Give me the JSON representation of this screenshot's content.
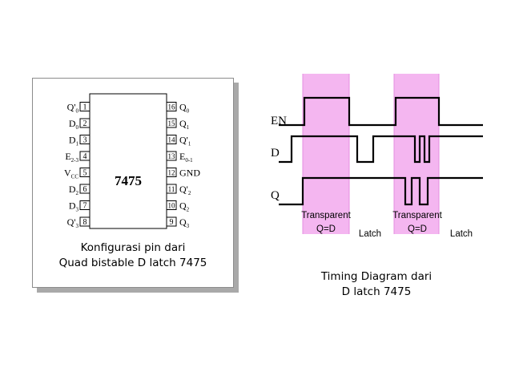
{
  "left_panel": {
    "chip_label": "7475",
    "left_pins": [
      {
        "num": "1",
        "base": "Q'",
        "sub": "0"
      },
      {
        "num": "2",
        "base": "D",
        "sub": "0"
      },
      {
        "num": "3",
        "base": "D",
        "sub": "1"
      },
      {
        "num": "4",
        "base": "E",
        "sub": "2-3"
      },
      {
        "num": "5",
        "base": "V",
        "sub": "CC"
      },
      {
        "num": "6",
        "base": "D",
        "sub": "2"
      },
      {
        "num": "7",
        "base": "D",
        "sub": "3"
      },
      {
        "num": "8",
        "base": "Q'",
        "sub": "3"
      }
    ],
    "right_pins": [
      {
        "num": "16",
        "base": "Q",
        "sub": "0"
      },
      {
        "num": "15",
        "base": "Q",
        "sub": "1"
      },
      {
        "num": "14",
        "base": "Q'",
        "sub": "1"
      },
      {
        "num": "13",
        "base": "E",
        "sub": "0-1"
      },
      {
        "num": "12",
        "base": "GND",
        "sub": ""
      },
      {
        "num": "11",
        "base": "Q'",
        "sub": "2"
      },
      {
        "num": "10",
        "base": "Q",
        "sub": "2"
      },
      {
        "num": "9",
        "base": "Q",
        "sub": "3"
      }
    ],
    "caption_line1": "Konfigurasi pin dari",
    "caption_line2": "Quad bistable D latch 7475"
  },
  "timing": {
    "signal_labels": [
      "EN",
      "D",
      "Q"
    ],
    "region_labels": [
      {
        "line1": "Transparent",
        "line2": "Q=D"
      },
      {
        "line1": "Transparent",
        "line2": "Q=D"
      }
    ],
    "latch_labels": [
      "Latch",
      "Latch"
    ],
    "highlight_color": "#f4b6f0",
    "caption_line1": "Timing Diagram dari",
    "caption_line2": "D latch 7475"
  }
}
